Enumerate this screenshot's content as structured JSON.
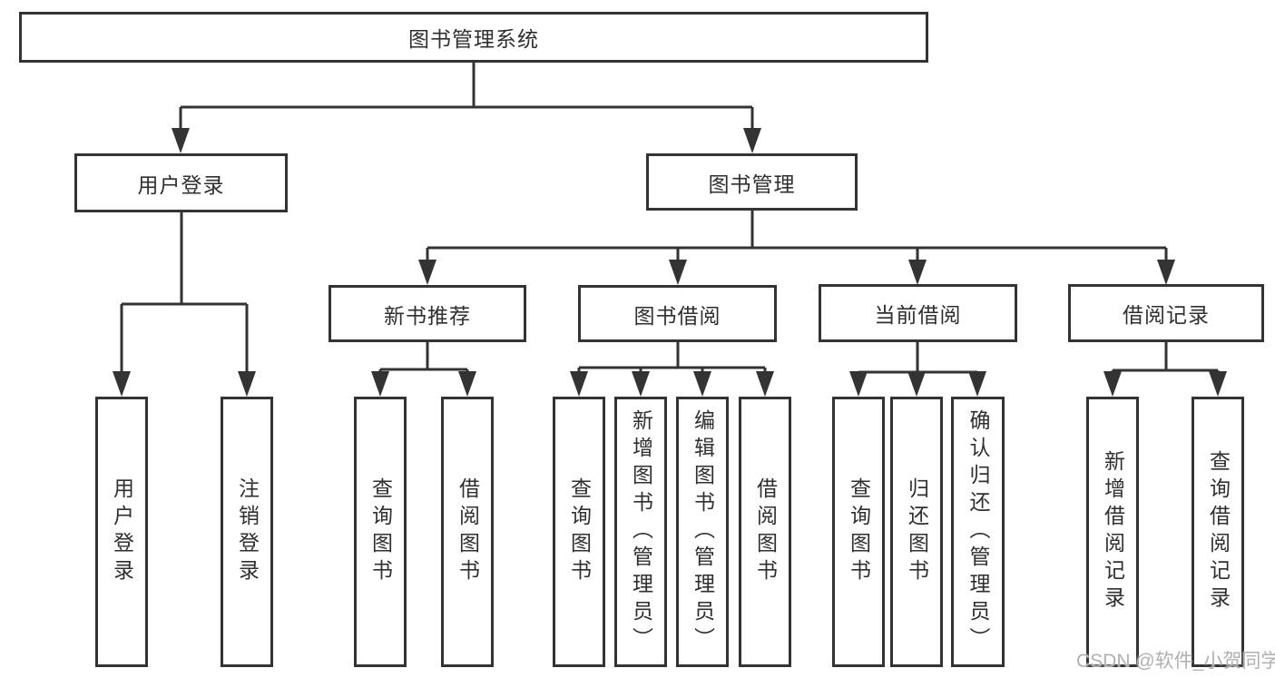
{
  "tree": {
    "root": {
      "label": "图书管理系统"
    },
    "children": [
      {
        "label": "用户登录",
        "children": [
          {
            "label": "用户登录"
          },
          {
            "label": "注销登录"
          }
        ]
      },
      {
        "label": "图书管理",
        "children": [
          {
            "label": "新书推荐",
            "children": [
              {
                "label": "查询图书"
              },
              {
                "label": "借阅图书"
              }
            ]
          },
          {
            "label": "图书借阅",
            "children": [
              {
                "label": "查询图书"
              },
              {
                "label": "新增图书（管理员）"
              },
              {
                "label": "编辑图书（管理员）"
              },
              {
                "label": "借阅图书"
              }
            ]
          },
          {
            "label": "当前借阅",
            "children": [
              {
                "label": "查询图书"
              },
              {
                "label": "归还图书"
              },
              {
                "label": "确认归还（管理员）"
              }
            ]
          },
          {
            "label": "借阅记录",
            "children": [
              {
                "label": "新增借阅记录"
              },
              {
                "label": "查询借阅记录"
              }
            ]
          }
        ]
      }
    ]
  },
  "watermark": {
    "text": "CSDN @软件_小贺同学"
  },
  "style": {
    "line_color": "#333333",
    "text_color": "#2f2f2f",
    "watermark_color": "#b0b0b0",
    "background": "#ffffff"
  }
}
